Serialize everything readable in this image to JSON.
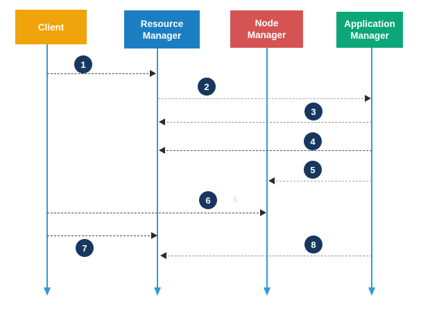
{
  "diagram": {
    "background": "#ffffff",
    "lifeline_color": "#2e9bd5",
    "badge_color": "#17375e",
    "badge_text_color": "#ffffff",
    "arrowhead_color": "#2b2b2b",
    "ghost_label": "6",
    "ghost_color": "#e5e5e5"
  },
  "actors": [
    {
      "name": "Client",
      "label": "Client",
      "color": "#f0a30a"
    },
    {
      "name": "Resource Manager",
      "label": "Resource\nManager",
      "color": "#1b7ec2"
    },
    {
      "name": "Node Manager",
      "label": "Node\nManager",
      "color": "#d55353"
    },
    {
      "name": "Application Manager",
      "label": "Application\nManager",
      "color": "#0da678"
    }
  ],
  "steps": [
    {
      "number": "1",
      "from": "Client",
      "to": "Resource Manager",
      "direction": "right",
      "line_color": "#3f3f3f"
    },
    {
      "number": "2",
      "from": "Resource Manager",
      "to": "Application Manager",
      "direction": "right",
      "line_color": "#a6a6a6"
    },
    {
      "number": "3",
      "from": "Application Manager",
      "to": "Resource Manager",
      "direction": "left",
      "line_color": "#8f8f8f"
    },
    {
      "number": "4",
      "from": "Application Manager",
      "to": "Resource Manager",
      "direction": "left",
      "line_color": "#4d4d4d"
    },
    {
      "number": "5",
      "from": "Application Manager",
      "to": "Node Manager",
      "direction": "left",
      "line_color": "#a6a6a6"
    },
    {
      "number": "6",
      "from": "Client",
      "to": "Node Manager",
      "direction": "right",
      "line_color": "#3f3f3f"
    },
    {
      "number": "7",
      "from": "Client",
      "to": "Resource Manager",
      "direction": "right",
      "line_color": "#3f3f3f"
    },
    {
      "number": "8",
      "from": "Application Manager",
      "to": "Resource Manager",
      "direction": "left",
      "line_color": "#8c8c8c"
    }
  ]
}
